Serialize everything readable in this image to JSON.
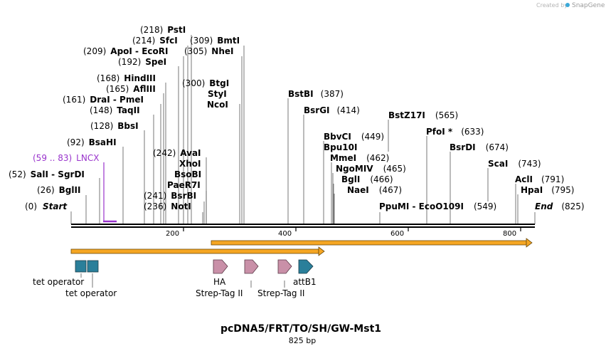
{
  "watermark": {
    "text": "Created by",
    "brand": "SnapGene"
  },
  "map": {
    "title": "pcDNA5/FRT/TO/SH/GW-Mst1",
    "length_label": "825 bp"
  },
  "sites": [
    {
      "pos": "(0)",
      "name": "Start",
      "style": "italic"
    },
    {
      "pos": "(26)",
      "name": "BglII"
    },
    {
      "pos": "(52)",
      "name": "SalI - SgrDI"
    },
    {
      "pos": "(59 .. 83)",
      "name": "LNCX",
      "purple": true
    },
    {
      "pos": "(92)",
      "name": "BsaHI"
    },
    {
      "pos": "(128)",
      "name": "BbsI"
    },
    {
      "pos": "(148)",
      "name": "TaqII"
    },
    {
      "pos": "(161)",
      "name": "DraI - PmeI"
    },
    {
      "pos": "(165)",
      "name": "AflIII"
    },
    {
      "pos": "(168)",
      "name": "HindIII"
    },
    {
      "pos": "(192)",
      "name": "SpeI"
    },
    {
      "pos": "(209)",
      "name": "ApoI - EcoRI"
    },
    {
      "pos": "(214)",
      "name": "SfcI"
    },
    {
      "pos": "(218)",
      "name": "PstI"
    },
    {
      "pos": "(236)",
      "name": "NotI"
    },
    {
      "pos": "(241)",
      "name": "BsrBI"
    },
    {
      "pos": "",
      "name": "PaeR7I"
    },
    {
      "pos": "",
      "name": "BsoBI"
    },
    {
      "pos": "",
      "name": "XhoI"
    },
    {
      "pos": "(242)",
      "name": "AvaI"
    },
    {
      "pos": "(300)",
      "name": "BtgI"
    },
    {
      "pos": "",
      "name": "StyI"
    },
    {
      "pos": "",
      "name": "NcoI"
    },
    {
      "pos": "(305)",
      "name": "NheI"
    },
    {
      "pos": "(309)",
      "name": "BmtI"
    },
    {
      "pos": "(387)",
      "name": "BstBI"
    },
    {
      "pos": "(414)",
      "name": "BsrGI"
    },
    {
      "pos": "(449)",
      "name": "BbvCI"
    },
    {
      "pos": "",
      "name": "Bpu10I"
    },
    {
      "pos": "(462)",
      "name": "MmeI"
    },
    {
      "pos": "(465)",
      "name": "NgoMIV"
    },
    {
      "pos": "(466)",
      "name": "BglI"
    },
    {
      "pos": "(467)",
      "name": "NaeI"
    },
    {
      "pos": "(549)",
      "name": "PpuMI - EcoO109I"
    },
    {
      "pos": "(565)",
      "name": "BstZ17I"
    },
    {
      "pos": "(633)",
      "name": "PfoI *"
    },
    {
      "pos": "(674)",
      "name": "BsrDI"
    },
    {
      "pos": "(743)",
      "name": "ScaI"
    },
    {
      "pos": "(791)",
      "name": "AclI"
    },
    {
      "pos": "(795)",
      "name": "HpaI"
    },
    {
      "pos": "(825)",
      "name": "End",
      "style": "italic"
    }
  ],
  "ruler_ticks": [
    "200",
    "400",
    "600",
    "800"
  ],
  "features": [
    {
      "name": "tet operator",
      "color": "#2a7f9a"
    },
    {
      "name": "tet operator",
      "color": "#2a7f9a"
    },
    {
      "name": "HA",
      "color": "#c990a8"
    },
    {
      "name": "Strep-Tag II",
      "color": "#c990a8"
    },
    {
      "name": "Strep-Tag II",
      "color": "#c990a8"
    },
    {
      "name": "attB1",
      "color": "#2a7f9a"
    }
  ],
  "colors": {
    "orf": "#f5a623",
    "lncx": "#9933cc",
    "brand": "#3aa8d8"
  }
}
